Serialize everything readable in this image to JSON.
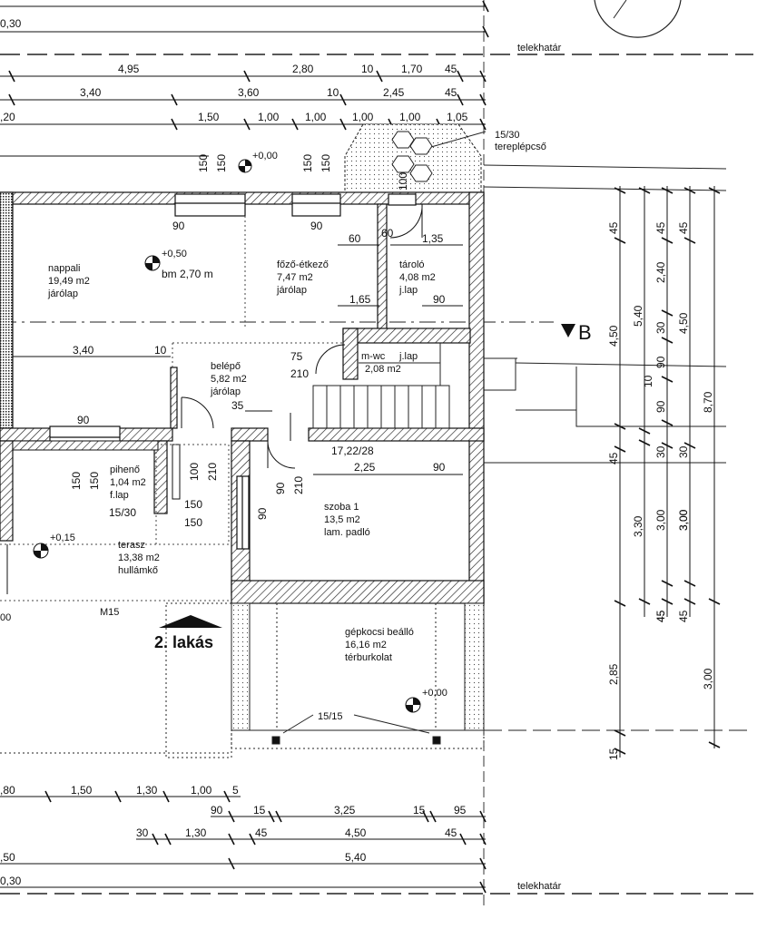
{
  "labels": {
    "property_line_top": "telekhatár",
    "property_line_bottom": "telekhatár",
    "stair_note_1": "15/30",
    "stair_note_2": "tereplépcső",
    "section_marker": "B",
    "apartment": "2. lakás",
    "m15": "M15",
    "stair_ratio": "17,22/28",
    "terrace_stair": "15/30",
    "carport_post": "15/15"
  },
  "levels": {
    "entry_top": "+0,00",
    "living": "+0,50",
    "living_note": "bm 2,70 m",
    "terrace": "+0,15",
    "carport": "+0,00"
  },
  "rooms": [
    {
      "name": "nappali",
      "area": "19,49 m2",
      "floor": "járólap"
    },
    {
      "name": "főző-étkező",
      "area": "7,47 m2",
      "floor": "járólap"
    },
    {
      "name": "tároló",
      "area": "4,08 m2",
      "floor": "j.lap"
    },
    {
      "name": "belépő",
      "area": "5,82 m2",
      "floor": "járólap"
    },
    {
      "name": "m-wc",
      "area": "2,08 m2",
      "floor": "j.lap"
    },
    {
      "name": "pihenő",
      "area": "1,04 m2",
      "floor": "f.lap"
    },
    {
      "name": "szoba 1",
      "area": "13,5 m2",
      "floor": "lam. padló"
    },
    {
      "name": "terasz",
      "area": "13,38 m2",
      "floor": "hullámkő"
    },
    {
      "name": "gépkocsi beálló",
      "area": "16,16 m2",
      "floor": "térburkolat"
    }
  ],
  "top_dims": {
    "row1": [
      "0,30"
    ],
    "row2": [
      "4,95",
      "2,80",
      "10",
      "1,70",
      "45"
    ],
    "row3": [
      "3,40",
      "3,60",
      "10",
      "2,45",
      "45"
    ],
    "row4": [
      ",20",
      "1,50",
      "1,00",
      "1,00",
      "1,00",
      "1,00",
      "1,05"
    ]
  },
  "bottom_dims": {
    "row1": [
      ",80",
      "1,50",
      "1,30",
      "1,00",
      "5"
    ],
    "row2": [
      "90",
      "15",
      "3,25",
      "15",
      "95"
    ],
    "row3": [
      "30",
      "1,30",
      "45",
      "4,50",
      "45"
    ],
    "row4": [
      ",50",
      "5,40"
    ],
    "row5": [
      "0,30"
    ]
  },
  "right_dims": {
    "col1": [
      "45",
      "4,50",
      "45",
      "3,30",
      "45",
      "2,85",
      "15"
    ],
    "col2": [
      "5,40",
      "10",
      "30",
      "3,00",
      "45"
    ],
    "col3": [
      "45",
      "2,40",
      "30",
      "90",
      "90",
      "30",
      "3,00",
      "45"
    ],
    "col4": [
      "45",
      "4,50",
      "3,00"
    ],
    "col5": [
      "8,70",
      "3,00"
    ]
  },
  "interior_dims": {
    "window_nappali": "90",
    "window_kitchen": "90",
    "window_left": "90",
    "d60a": "60",
    "d60b": "60",
    "d135": "1,35",
    "d165": "1,65",
    "d90": "90",
    "d340": "3,40",
    "d10": "10",
    "d75": "75",
    "d210": "210",
    "d35": "35",
    "d225": "2,25",
    "d90b": "90",
    "d150a": "150",
    "d150b": "150",
    "d100": "100",
    "d210b": "210",
    "d150c": "150",
    "d150d": "150",
    "d90c": "90",
    "d210c": "210",
    "d90d": "90",
    "d100b": "100",
    "d150e": "150",
    "d150f": "150",
    "d150g": "150",
    "d150h": "150",
    "left_00": "00"
  }
}
